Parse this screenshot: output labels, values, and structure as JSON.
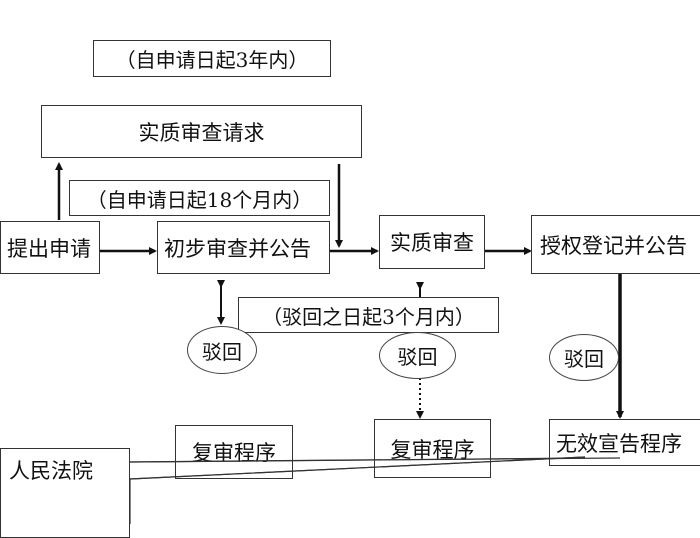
{
  "diagram": {
    "notes": {
      "three_years": "（自申请日起3年内）",
      "eighteen_months": "（自申请日起18个月内）",
      "three_months": "（驳回之日起3个月内）"
    },
    "nodes": {
      "substantive_request": "实质审查请求",
      "file_application": "提出申请",
      "preliminary_exam": "初步审查并公告",
      "substantive_exam": "实质审查",
      "grant_announce": "授权登记并公告",
      "reject_1": "驳回",
      "reject_2": "驳回",
      "reject_3": "驳回",
      "reexam_1": "复审程序",
      "reexam_2": "复审程序",
      "invalidation": "无效宣告程序",
      "court": "人民法院"
    }
  }
}
